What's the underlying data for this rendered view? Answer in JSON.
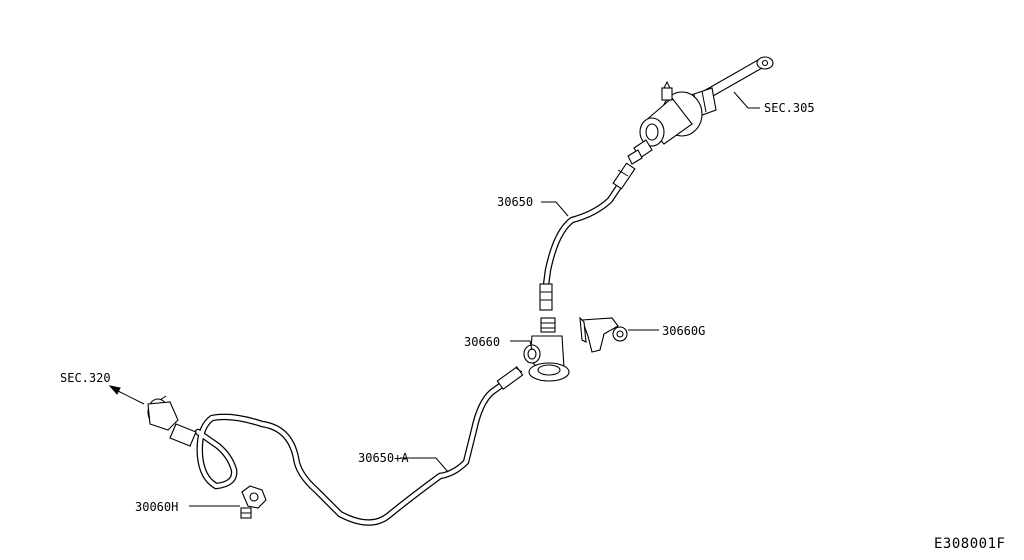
{
  "diagram": {
    "labels": {
      "sec_305": "SEC.305",
      "part_30650": "30650",
      "part_30660": "30660",
      "part_30660g": "30660G",
      "sec_320": "SEC.320",
      "part_30650a": "30650+A",
      "part_30060h": "30060H"
    },
    "figure_code": "E308001F"
  }
}
